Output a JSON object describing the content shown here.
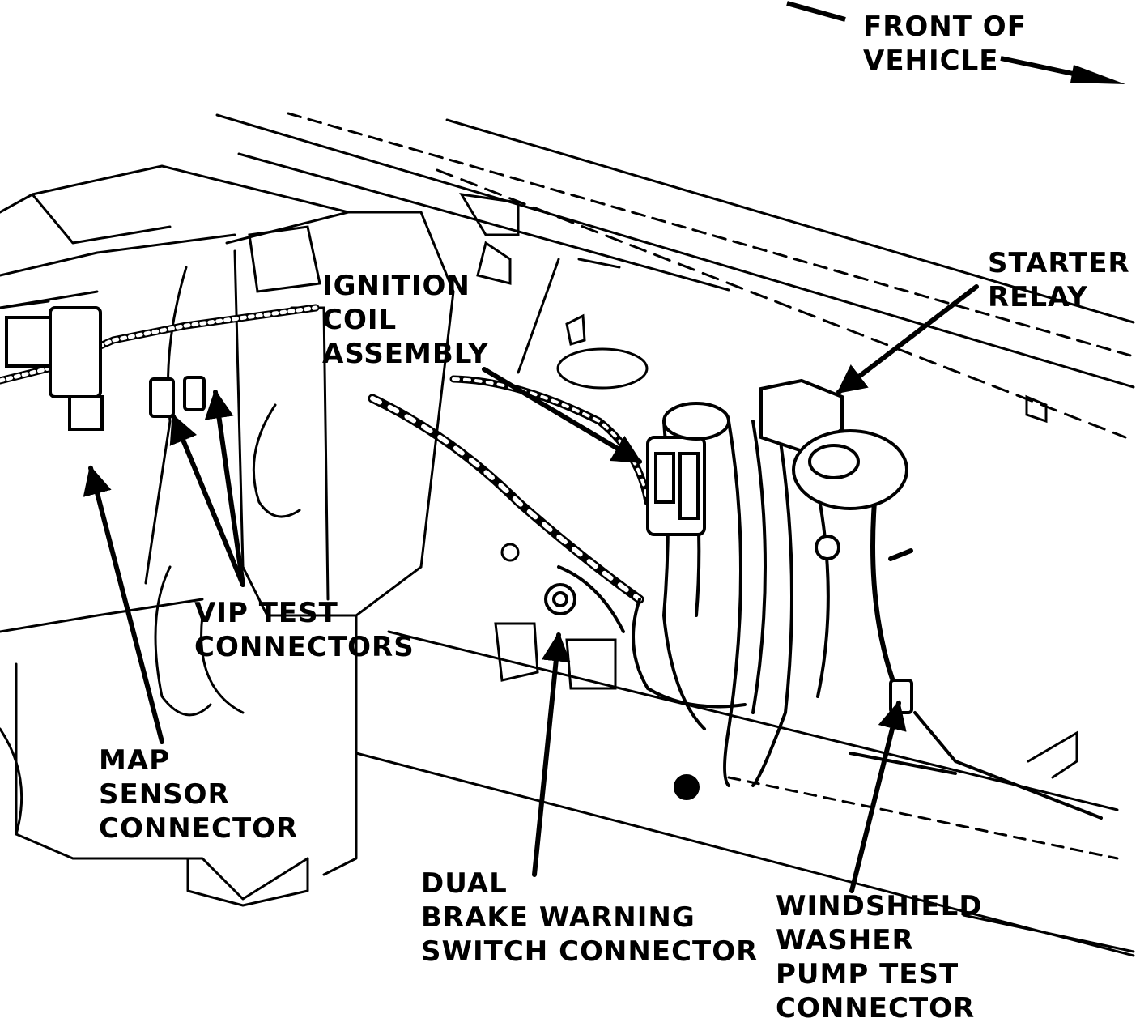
{
  "orientation": {
    "lines": [
      "FRONT OF",
      "VEHICLE"
    ]
  },
  "labels": {
    "ignition_coil": [
      "IGNITION",
      "COIL",
      "ASSEMBLY"
    ],
    "starter_relay": [
      "STARTER",
      "RELAY"
    ],
    "vip_test": [
      "VIP TEST",
      "CONNECTORS"
    ],
    "map_sensor": [
      "MAP",
      "SENSOR",
      "CONNECTOR"
    ],
    "brake_warning": [
      "DUAL",
      "BRAKE WARNING",
      "SWITCH CONNECTOR"
    ],
    "washer_pump": [
      "WINDSHIELD",
      "WASHER",
      "PUMP TEST",
      "CONNECTOR"
    ]
  },
  "colors": {
    "ink": "#000000",
    "paper": "#ffffff"
  }
}
